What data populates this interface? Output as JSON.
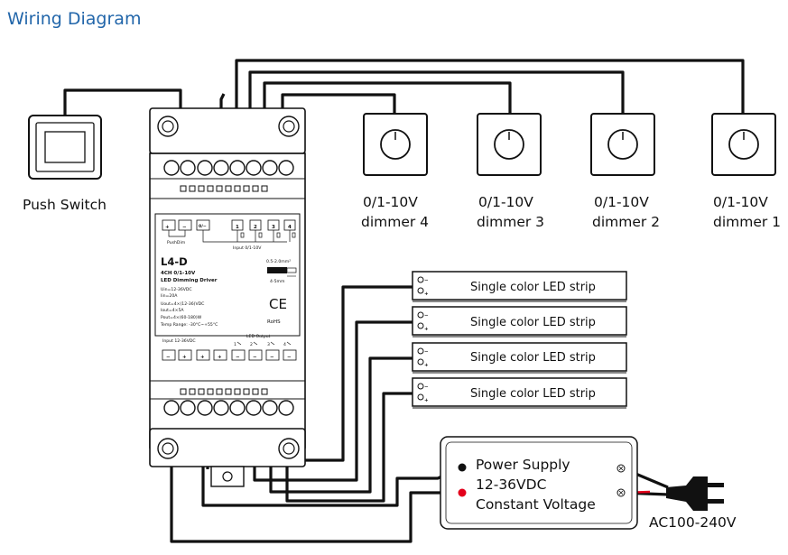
{
  "title": "Wiring Diagram",
  "colors": {
    "title": "#2266aa",
    "wire": "#111111",
    "accent_wire": "#e3001b"
  },
  "push_switch": {
    "label": "Push Switch"
  },
  "dimmers": [
    {
      "line1": "0/1-10V",
      "line2": "dimmer 4"
    },
    {
      "line1": "0/1-10V",
      "line2": "dimmer 3"
    },
    {
      "line1": "0/1-10V",
      "line2": "dimmer 2"
    },
    {
      "line1": "0/1-10V",
      "line2": "dimmer 1"
    }
  ],
  "led_strips": [
    {
      "label": "Single color LED strip"
    },
    {
      "label": "Single color LED strip"
    },
    {
      "label": "Single color LED strip"
    },
    {
      "label": "Single color LED strip"
    }
  ],
  "power_supply": {
    "line1": "Power Supply",
    "line2": "12-36VDC",
    "line3": "Constant Voltage"
  },
  "ac_label": "AC100-240V",
  "device": {
    "input_labels": [
      "+",
      "−",
      "0/−",
      "1",
      "2",
      "3",
      "4"
    ],
    "push_dim": "PushDim",
    "input_caption": "Input 0/1-10V",
    "model": "L4-D",
    "subtitle1": "4CH 0/1-10V",
    "subtitle2": "LED Dimming Driver",
    "specs": [
      "Uin=12-36VDC",
      "Iin=20A",
      "Uout=4×(12-36)VDC",
      "Iout=4×5A",
      "Pout=4×(60-180)W",
      "Temp Range: -30°C~+55°C"
    ],
    "wire_size": "0.5-2.0mm²",
    "strip_len": "4-5mm",
    "ce": "CE",
    "rohs": "RoHS",
    "input_v_caption": "Input 12-36VDC",
    "led_output_caption": "LED Output",
    "output_labels": [
      "−",
      "+",
      "+",
      "−",
      "−",
      "−",
      "−"
    ],
    "output_channels": [
      "1",
      "2",
      "3",
      "4"
    ]
  },
  "strip_polarity": {
    "neg": "−",
    "pos": "+"
  }
}
